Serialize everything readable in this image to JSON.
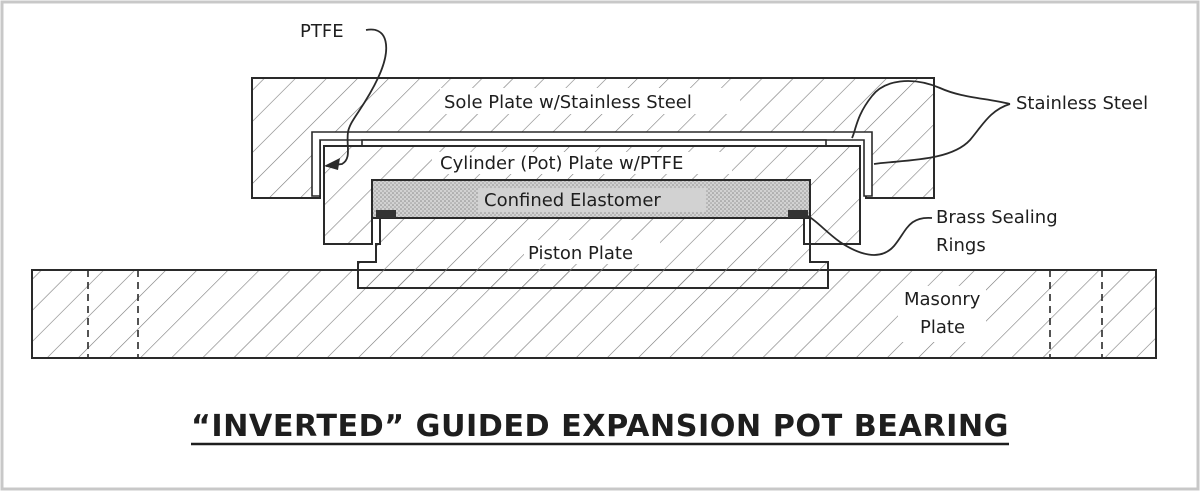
{
  "diagram": {
    "title": "“INVERTED” GUIDED EXPANSION POT BEARING",
    "labels": {
      "ptfe": "PTFE",
      "sole_plate": "Sole Plate w/Stainless Steel",
      "stainless_steel": "Stainless Steel",
      "cylinder_plate": "Cylinder (Pot) Plate w/PTFE",
      "confined_elastomer": "Confined Elastomer",
      "brass_rings_1": "Brass Sealing",
      "brass_rings_2": "Rings",
      "piston_plate": "Piston Plate",
      "masonry_plate_1": "Masonry",
      "masonry_plate_2": "Plate"
    },
    "colors": {
      "line": "#2a2a2a",
      "hatch": "#7a7a7a",
      "elastomer": "#cfcfcf",
      "border": "#c8c8c8"
    }
  }
}
